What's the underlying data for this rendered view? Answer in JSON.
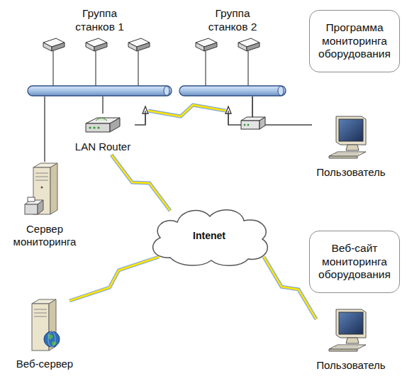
{
  "diagram": {
    "nodes": [
      {
        "text": [
          "Группа станков 1"
        ]
      },
      {
        "text": [
          "Группа станков 2"
        ]
      },
      {
        "text": [
          "Программа мониторинга оборудования"
        ]
      },
      {
        "text": [
          "LAN Router"
        ]
      },
      {
        "text": [
          "Сервер мониторинга"
        ]
      },
      {
        "text": [
          "Пользователь"
        ]
      },
      {
        "text": [
          "Intenet"
        ]
      },
      {
        "text": [
          "Веб-сайт мониторинга оборудования"
        ]
      },
      {
        "text": [
          "Веб-сервер"
        ]
      },
      {
        "text": [
          "Пользователь"
        ]
      }
    ],
    "edges": [
      {
        "from": 4,
        "to": 0,
        "arrow": "none"
      },
      {
        "from": 3,
        "to": 0,
        "arrow": "none"
      },
      {
        "from": 3,
        "to": 1,
        "arrow": "none"
      },
      {
        "from": 1,
        "to": 5,
        "arrow": "none"
      },
      {
        "from": 3,
        "to": 6,
        "arrow": "none"
      },
      {
        "from": 8,
        "to": 6,
        "arrow": "none"
      },
      {
        "from": 9,
        "to": 6,
        "arrow": "none"
      }
    ]
  }
}
